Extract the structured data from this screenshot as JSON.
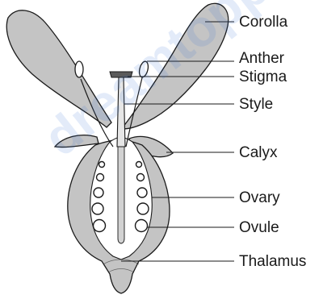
{
  "labels": {
    "corolla": "Corolla",
    "anther": "Anther",
    "stigma": "Stigma",
    "style": "Style",
    "calyx": "Calyx",
    "ovary": "Ovary",
    "ovule": "Ovule",
    "thalamus": "Thalamus"
  },
  "watermark": "dreamtopper.in",
  "colors": {
    "ink": "#1a1a1a",
    "petal_fill": "#b9b9b9",
    "watermark": "#2f6fd6"
  }
}
